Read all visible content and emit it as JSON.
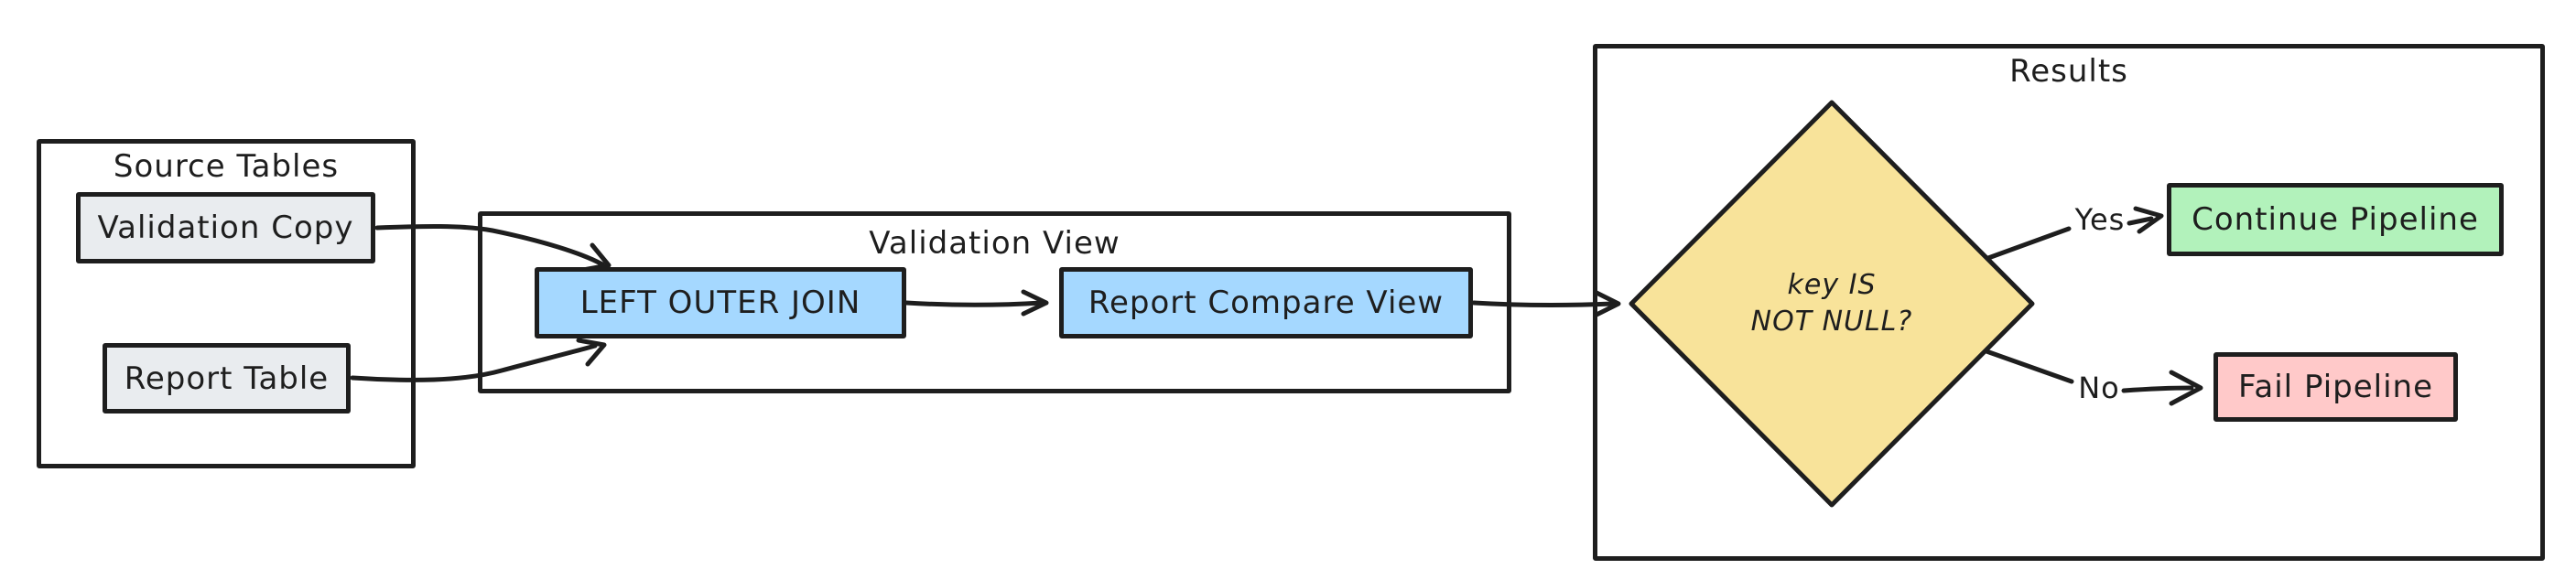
{
  "colors": {
    "stroke": "#1e1e1e",
    "bg": "#ffffff",
    "gray": "#e9ecef",
    "blue": "#a5d8ff",
    "yellow": "#f8e39a",
    "green": "#b2f2bb",
    "red": "#ffc9c9"
  },
  "groups": {
    "source": {
      "title": "Source Tables"
    },
    "validation": {
      "title": "Validation View"
    },
    "results": {
      "title": "Results"
    }
  },
  "nodes": {
    "validation_copy": {
      "label": "Validation Copy"
    },
    "report_table": {
      "label": "Report Table"
    },
    "left_outer_join": {
      "label": "LEFT OUTER JOIN"
    },
    "report_compare_view": {
      "label": "Report Compare View"
    },
    "decision": {
      "line1": "key IS",
      "line2": "NOT NULL?"
    },
    "continue_pipeline": {
      "label": "Continue Pipeline"
    },
    "fail_pipeline": {
      "label": "Fail Pipeline"
    }
  },
  "edges": {
    "yes_label": "Yes",
    "no_label": "No"
  }
}
